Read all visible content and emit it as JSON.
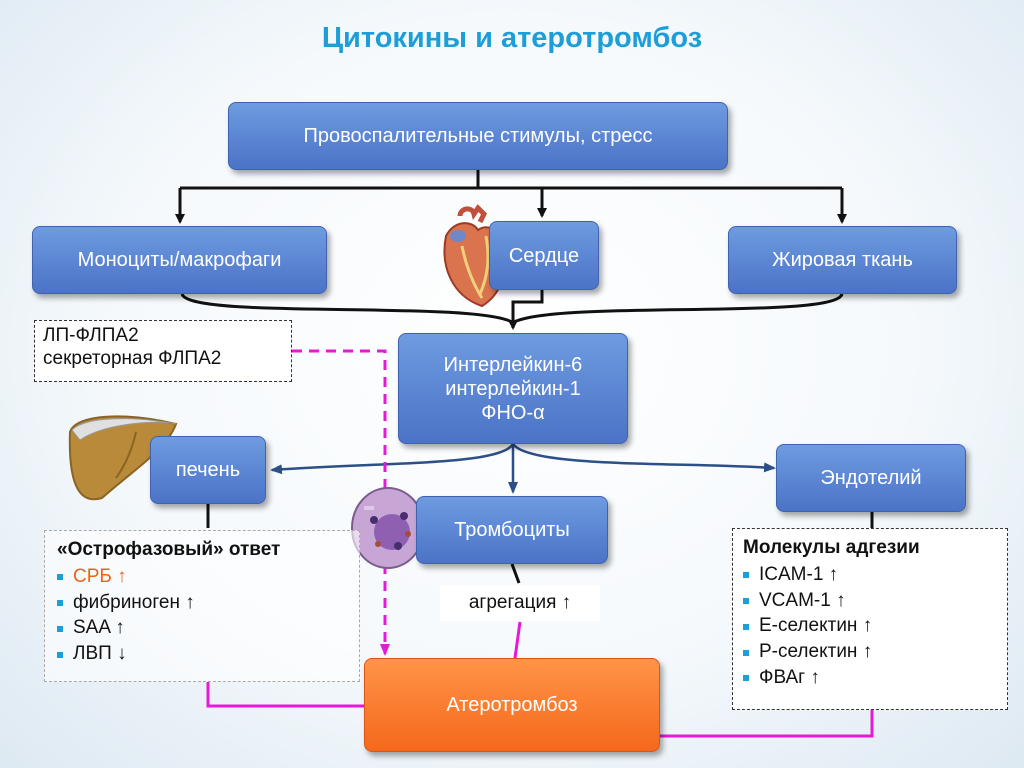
{
  "title": "Цитокины и атеротромбоз",
  "nodes": {
    "stimuli": "Провоспалительные стимулы, стресс",
    "monocytes": "Моноциты/макрофаги",
    "heart": "Сердце",
    "adipose": "Жировая ткань",
    "cytokines": [
      "Интерлейкин-6",
      "интерлейкин-1",
      "ФНО-α"
    ],
    "liver": "печень",
    "endothelium": "Эндотелий",
    "platelets": "Тромбоциты",
    "atherothrombosis": "Атеротромбоз"
  },
  "lp_pla2": [
    "ЛП-ФЛПА2",
    "секреторная ФЛПА2"
  ],
  "acute_phase": {
    "title": "«Острофазовый» ответ",
    "items": [
      {
        "text": "СРБ ↑",
        "color": "#e8641c"
      },
      {
        "text": "фибриноген ↑",
        "color": "#111111"
      },
      {
        "text": "SAA ↑",
        "color": "#111111"
      },
      {
        "text": "ЛВП ↓",
        "color": "#111111"
      }
    ]
  },
  "aggregation": "агрегация ↑",
  "adhesion": {
    "title": "Молекулы адгезии",
    "items": [
      "ICAM-1 ↑",
      "VCAM-1 ↑",
      "E-селектин ↑",
      "P-селектин ↑",
      "ФВАг ↑"
    ]
  },
  "colors": {
    "title": "#1c9fd8",
    "box_blue": "#5a84d6",
    "box_orange": "#f77a2a",
    "magenta": "#e619d6",
    "bullet": "#1c9fd8"
  },
  "icons": [
    "heart-icon",
    "liver-icon",
    "platelet-cell-icon"
  ]
}
